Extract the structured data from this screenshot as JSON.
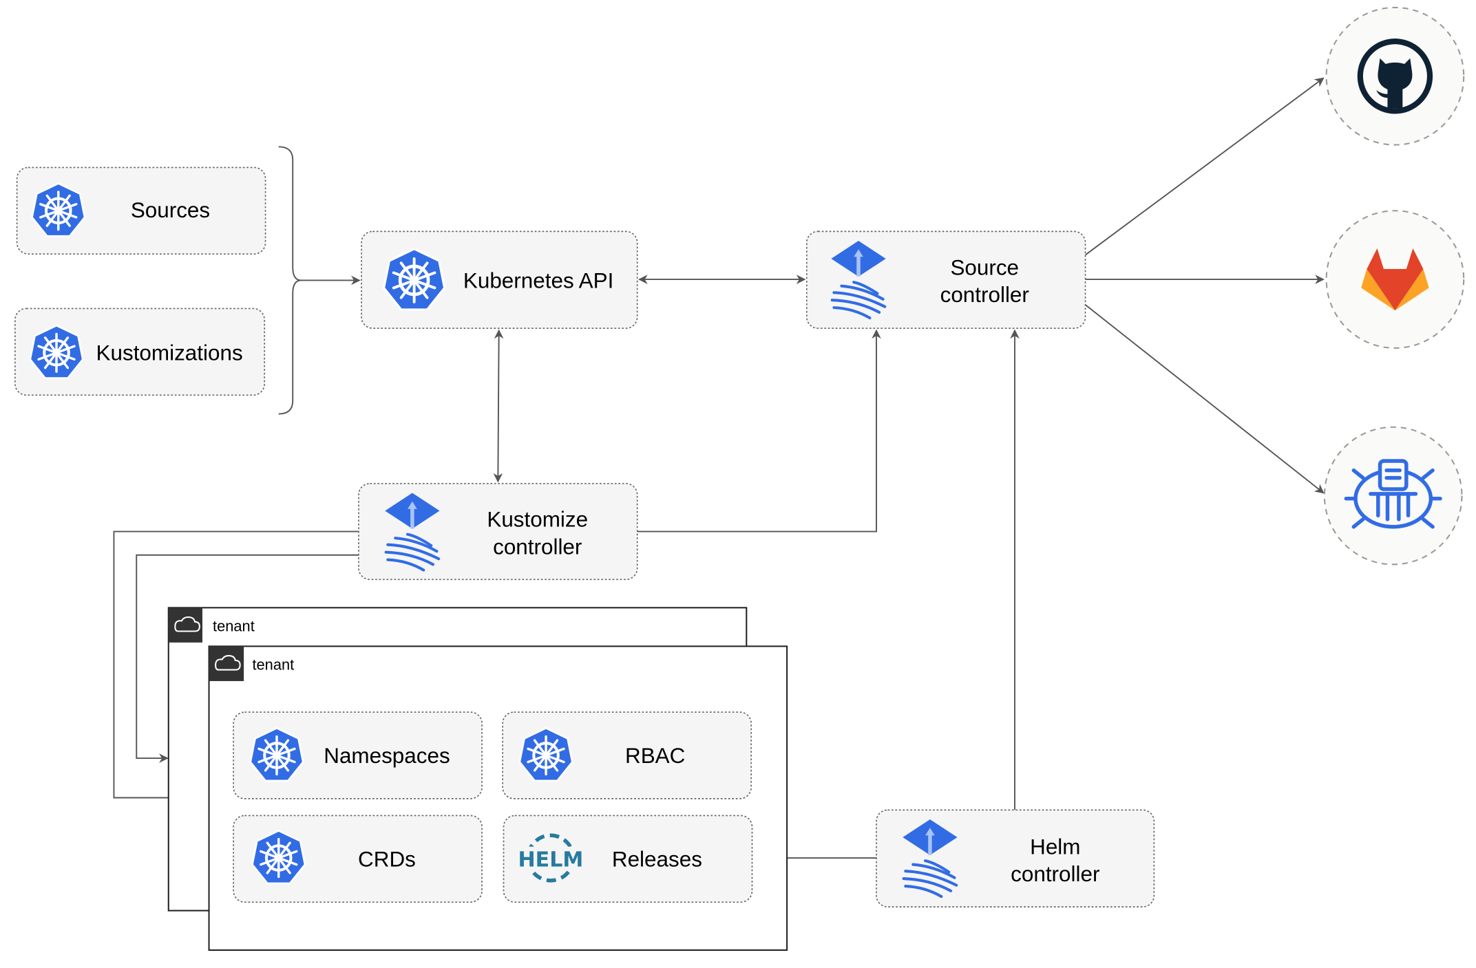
{
  "nodes": {
    "sources": {
      "label": "Sources",
      "icon": "kubernetes-icon"
    },
    "kustomizations": {
      "label": "Kustomizations",
      "icon": "kubernetes-icon"
    },
    "kubernetes_api": {
      "label": "Kubernetes API",
      "icon": "kubernetes-icon"
    },
    "source_controller": {
      "line1": "Source",
      "line2": "controller",
      "icon": "flux-icon"
    },
    "kustomize_controller": {
      "line1": "Kustomize",
      "line2": "controller",
      "icon": "flux-icon"
    },
    "helm_controller": {
      "line1": "Helm",
      "line2": "controller",
      "icon": "flux-icon"
    },
    "namespaces": {
      "label": "Namespaces",
      "icon": "kubernetes-icon"
    },
    "rbac": {
      "label": "RBAC",
      "icon": "kubernetes-icon"
    },
    "crds": {
      "label": "CRDs",
      "icon": "kubernetes-icon"
    },
    "releases": {
      "label": "Releases",
      "icon": "helm-icon",
      "logo_text": "HELM"
    }
  },
  "tenants": [
    {
      "label": "tenant",
      "icon": "cloud-icon"
    },
    {
      "label": "tenant",
      "icon": "cloud-icon"
    }
  ],
  "external": [
    {
      "name": "github",
      "icon": "github-icon"
    },
    {
      "name": "gitlab",
      "icon": "gitlab-icon"
    },
    {
      "name": "bucket",
      "icon": "bucket-icon"
    }
  ],
  "colors": {
    "kubernetes": "#326CE5",
    "gitlab_red": "#E24329",
    "gitlab_orange": "#FCA326",
    "github": "#0F2233",
    "helm": "#277A9F",
    "tenant_header": "#333333"
  }
}
